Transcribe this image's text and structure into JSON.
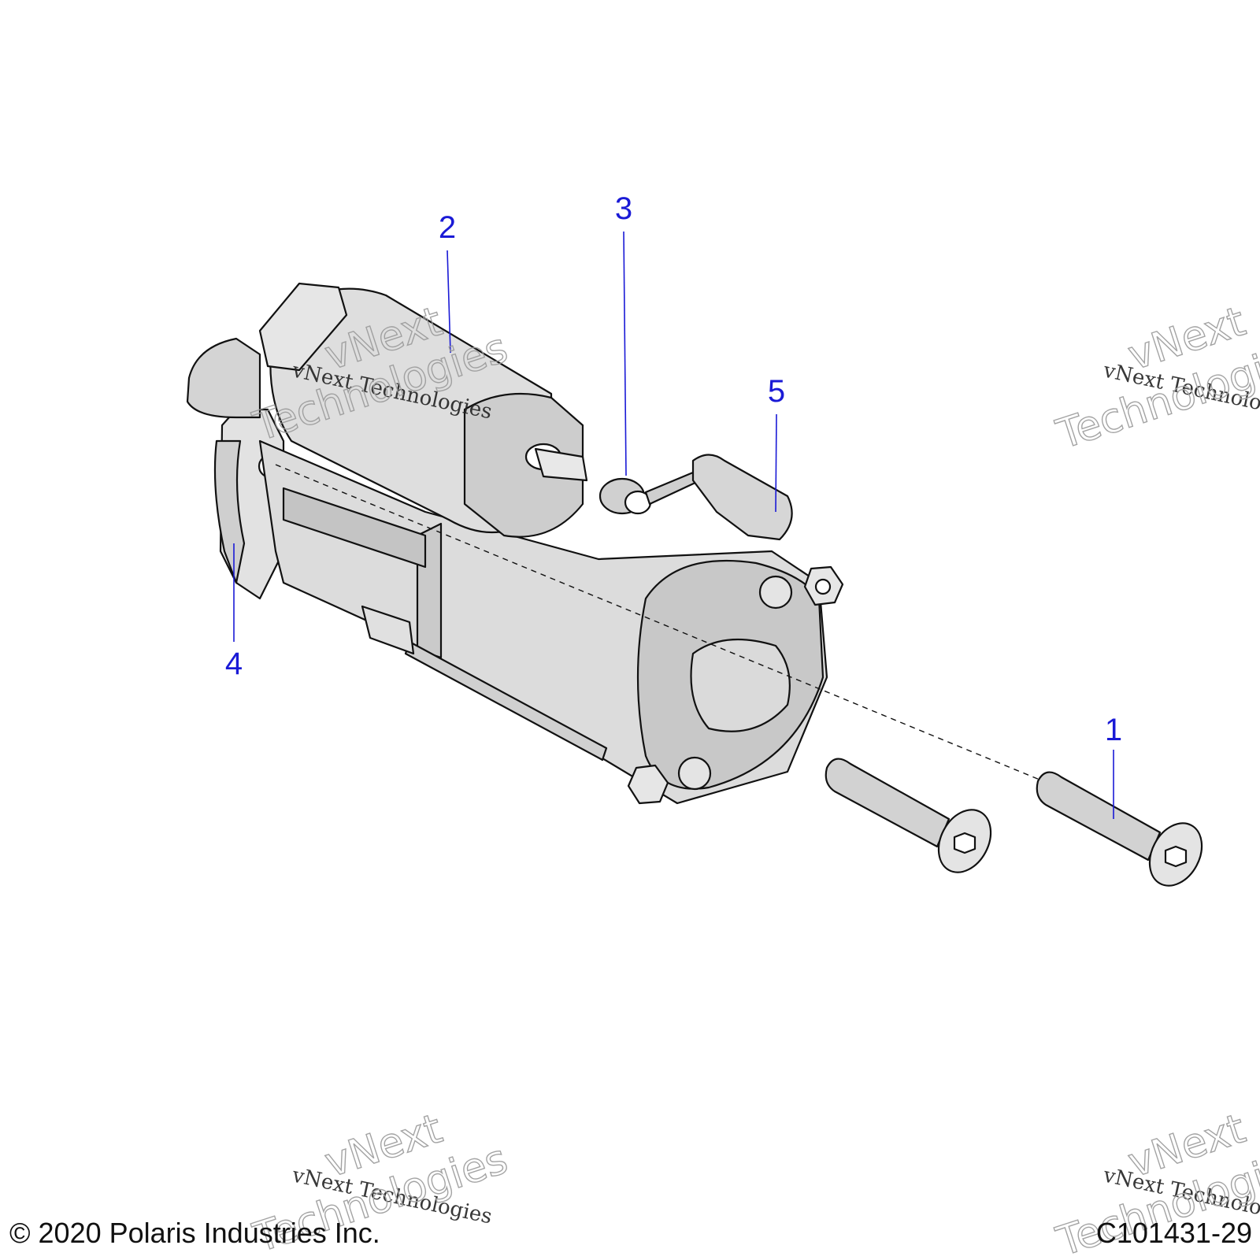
{
  "diagram": {
    "callouts": [
      {
        "id": "1",
        "label": "1"
      },
      {
        "id": "2",
        "label": "2"
      },
      {
        "id": "3",
        "label": "3"
      },
      {
        "id": "4",
        "label": "4"
      },
      {
        "id": "5",
        "label": "5"
      }
    ],
    "watermark": {
      "line1": "vNext Technologies",
      "line2a": "vNext",
      "line2b": "Technologies"
    },
    "colors": {
      "callout": "#1a1ad6",
      "part_fill": "#d9d9d9",
      "part_shade": "#bdbdbd",
      "outline": "#111111"
    }
  },
  "footer": {
    "copyright": "© 2020 Polaris Industries Inc.",
    "figure_code": "C101431-29"
  }
}
